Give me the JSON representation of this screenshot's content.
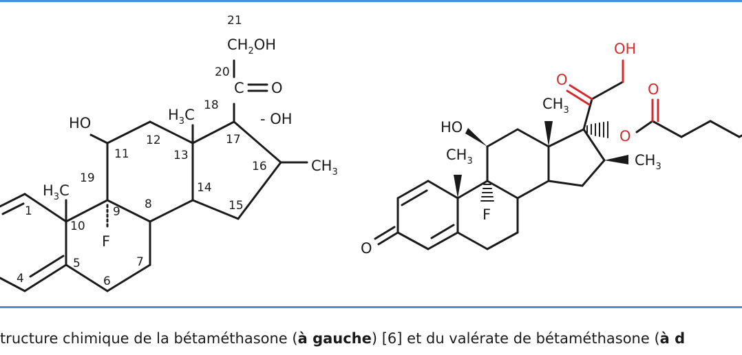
{
  "left_structure": {
    "labels": {
      "c21": "21",
      "ch2oh_main": "CH",
      "ch2oh_sub": "2",
      "ch2oh_tail": "OH",
      "c20": "20",
      "co_c": "C",
      "co_eq": "=",
      "co_o": "O",
      "c18": "18",
      "oh_17": "- OH",
      "ho": "HO",
      "h3c_13_h": "H",
      "h3c_13_sub": "3",
      "h3c_13_c": "C",
      "c11": "11",
      "c12": "12",
      "c13": "13",
      "c17": "17",
      "c16": "16",
      "ch3_16_c": "CH",
      "ch3_16_sub": "3",
      "c19": "19",
      "h3c_10_h": "H",
      "h3c_10_sub": "3",
      "h3c_10_c": "C",
      "c14": "14",
      "c1": "1",
      "c9": "9",
      "c8": "8",
      "c15": "15",
      "c10": "10",
      "f": "F",
      "c5": "5",
      "c7": "7",
      "c4": "4",
      "c6": "6"
    }
  },
  "right_structure": {
    "labels": {
      "oh": "OH",
      "o_ketone": "O",
      "o_ester_dbl": "O",
      "ch3_13": "CH",
      "ch3_13_sub": "3",
      "ho": "HO",
      "o_ester": "O",
      "ch3_10": "CH",
      "ch3_10_sub": "3",
      "ch3_16": "CH",
      "ch3_16_sub": "3",
      "f": "F",
      "o_3": "O"
    }
  },
  "caption": {
    "part1": "tructure chimique de la bétaméthasone (",
    "bold1": "à gauche",
    "part2": ") [6] et du valérate de bétaméthasone (",
    "bold2": "à d"
  },
  "colors": {
    "rule": "#4a90d9",
    "bond": "#1a1a1a",
    "heteroatom_red": "#d42a2a"
  }
}
